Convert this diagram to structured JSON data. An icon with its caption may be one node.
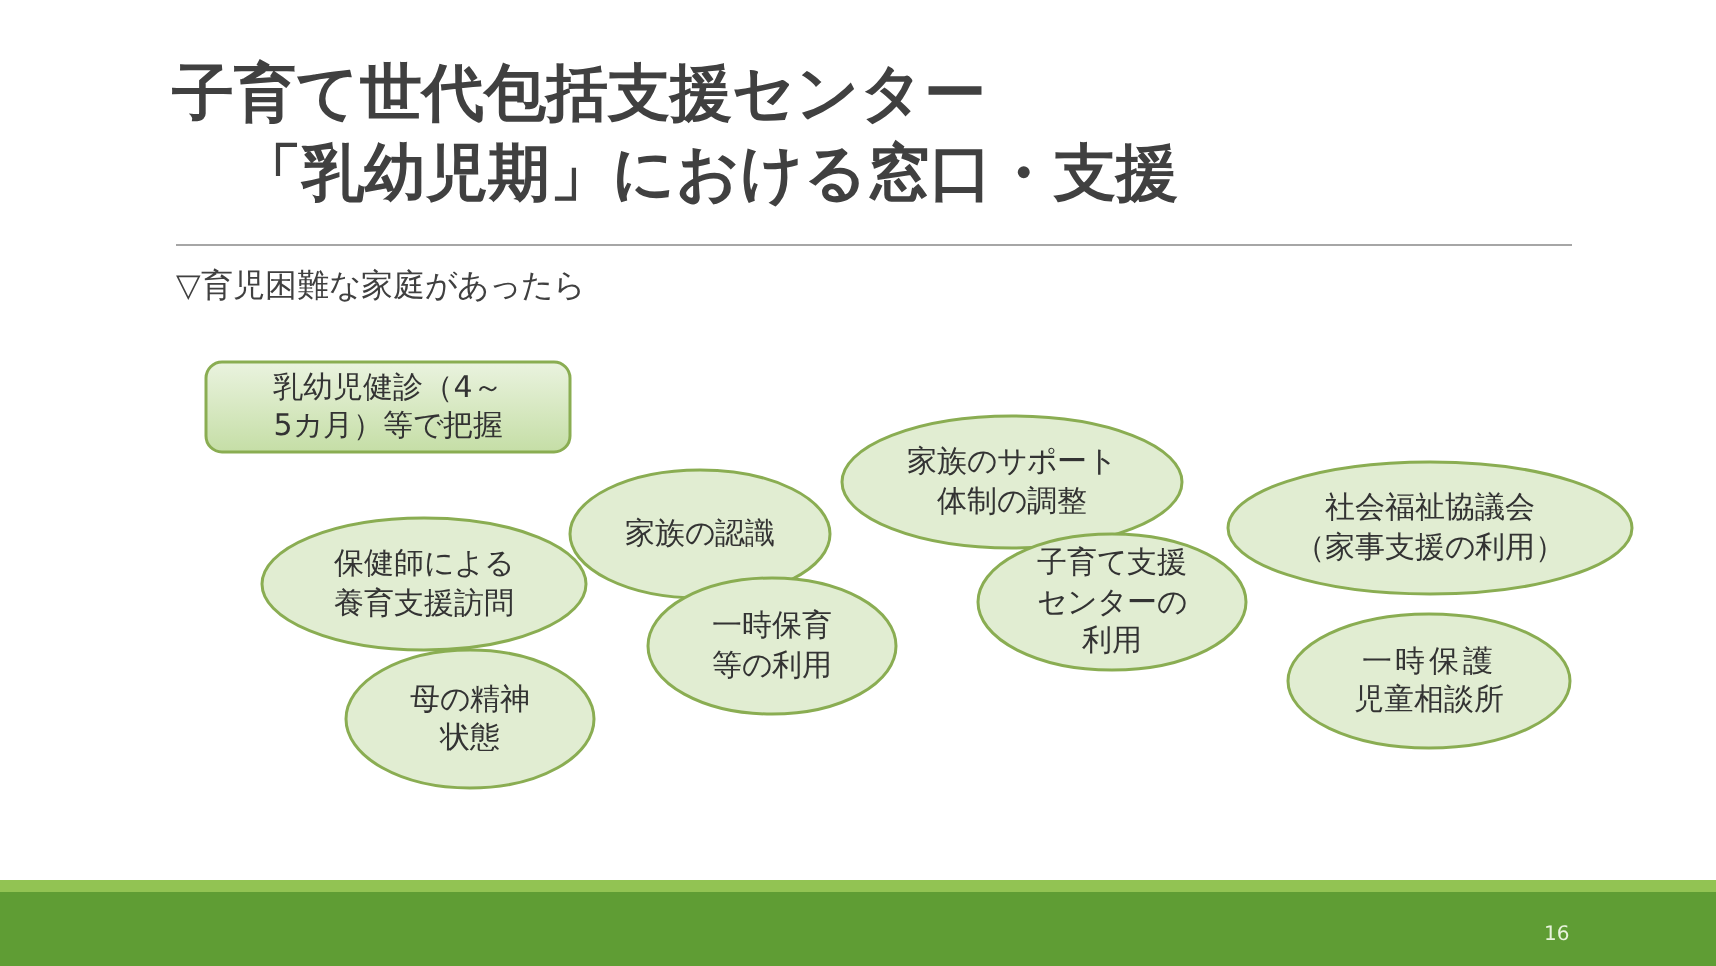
{
  "diagram": {
    "title": "子育て世代包括支援センター「乳幼児期」における窓口・支援",
    "nodes": [
      {
        "text": [
          "乳幼児健診（4～5カ月）等で把握"
        ]
      },
      {
        "text": [
          "保健師による養育支援訪問"
        ]
      },
      {
        "text": [
          "家族の認識"
        ]
      },
      {
        "text": [
          "一時保育等の利用"
        ]
      },
      {
        "text": [
          "母の精神状態"
        ]
      },
      {
        "text": [
          "家族のサポート体制の調整"
        ]
      },
      {
        "text": [
          "子育て支援センターの利用"
        ]
      },
      {
        "text": [
          "社会福祉協議会（家事支援の利用）"
        ]
      },
      {
        "text": [
          "一時保護児童相談所"
        ]
      }
    ],
    "edges": [],
    "labels": [
      "▽育児困難な家庭があったら",
      "16"
    ]
  }
}
